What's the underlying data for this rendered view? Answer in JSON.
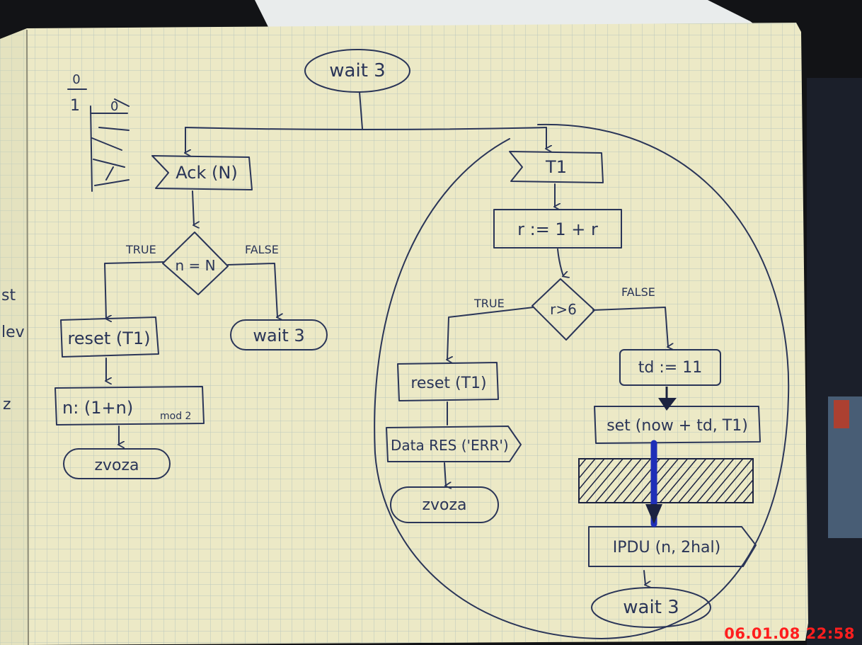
{
  "flowchart": {
    "start": "wait 3",
    "left_branch": {
      "input": "Ack (N)",
      "decision": "n = N",
      "true_label": "TRUE",
      "false_label": "FALSE",
      "false_target": "wait 3",
      "step1": "reset (T1)",
      "step2": "n: (1+n)",
      "step2_sub": "mod 2",
      "end": "zvoza"
    },
    "right_branch": {
      "input": "T1",
      "assign": "r := 1 + r",
      "decision": "r>6",
      "true_label": "TRUE",
      "false_label": "FALSE",
      "true_step1": "reset (T1)",
      "true_step2": "Data RES ('ERR')",
      "true_end": "zvoza",
      "false_step1": "td := 11",
      "false_step2": "set (now + td, T1)",
      "false_step3": "IPDU (n, 2hal)",
      "false_end": "wait 3"
    }
  },
  "margin_notes": {
    "timing_top": "0",
    "timing_mid": "1",
    "timing_zero": "0",
    "edge_1": "st",
    "edge_2": "lev",
    "edge_3": "z"
  },
  "timestamp": "06.01.08 22:58",
  "colors": {
    "ink": "#2a3558",
    "paper": "#ece9c6",
    "grid": "#b4c4bd",
    "marker": "#1f2fb8",
    "stamp": "#ff1e1e"
  }
}
